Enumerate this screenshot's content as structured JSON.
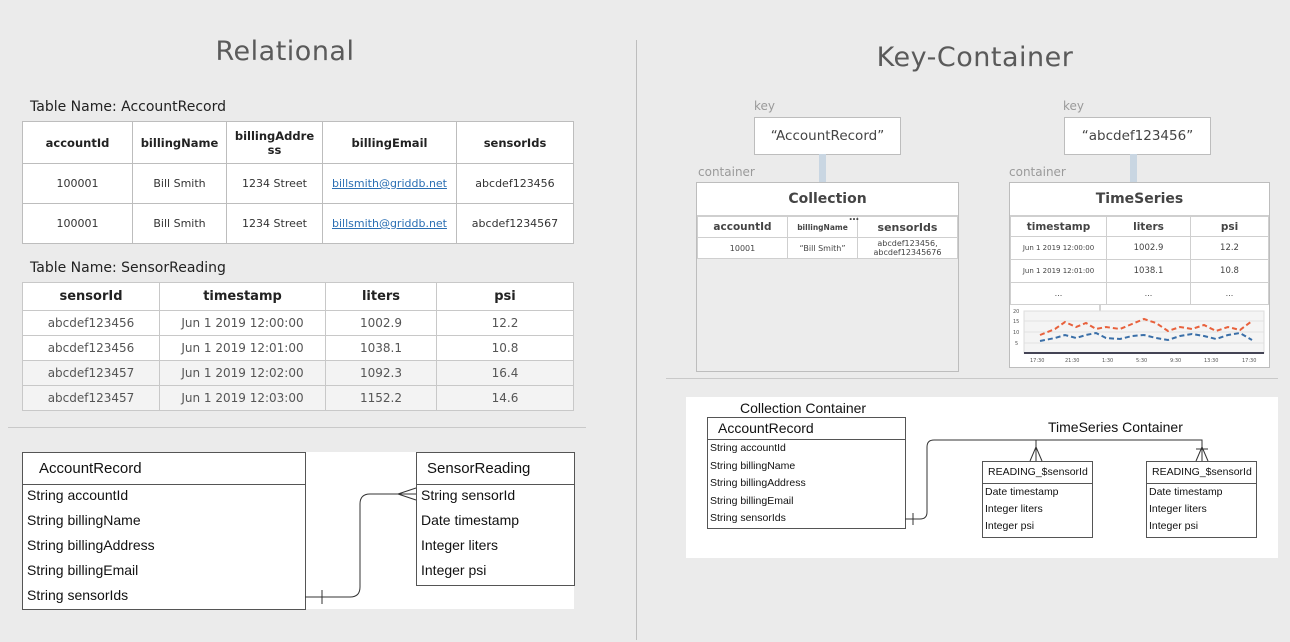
{
  "relational": {
    "title": "Relational",
    "account_caption": "Table Name: AccountRecord",
    "account_headers": [
      "accountId",
      "billingName",
      "billingAddress",
      "billingEmail",
      "sensorIds"
    ],
    "account_rows": [
      [
        "100001",
        "Bill Smith",
        "1234 Street",
        "billsmith@griddb.net",
        "abcdef123456"
      ],
      [
        "100001",
        "Bill Smith",
        "1234 Street",
        "billsmith@griddb.net",
        "abcdef1234567"
      ]
    ],
    "sensor_caption": "Table Name: SensorReading",
    "sensor_headers": [
      "sensorId",
      "timestamp",
      "liters",
      "psi"
    ],
    "sensor_rows": [
      [
        "abcdef123456",
        "Jun 1 2019 12:00:00",
        "1002.9",
        "12.2"
      ],
      [
        "abcdef123456",
        "Jun 1 2019 12:01:00",
        "1038.1",
        "10.8"
      ],
      [
        "abcdef123457",
        "Jun 1 2019 12:02:00",
        "1092.3",
        "16.4"
      ],
      [
        "abcdef123457",
        "Jun 1 2019 12:03:00",
        "1152.2",
        "14.6"
      ]
    ],
    "erd_account": {
      "name": "AccountRecord",
      "fields": [
        "String accountId",
        "String billingName",
        "String billingAddress",
        "String billingEmail",
        "String sensorIds"
      ]
    },
    "erd_sensor": {
      "name": "SensorReading",
      "fields": [
        "String sensorId",
        "Date timestamp",
        "Integer liters",
        "Integer psi"
      ]
    }
  },
  "keycontainer": {
    "title": "Key-Container",
    "key_label": "key",
    "container_label": "container",
    "left_key": "“AccountRecord”",
    "right_key": "“abcdef123456”",
    "collection": {
      "title": "Collection",
      "headers": [
        "accountId",
        "billingName",
        "sensorIds"
      ],
      "ellipsis": "…",
      "row": [
        "10001",
        "“Bill Smith”",
        "abcdef123456, abcdef12345676"
      ]
    },
    "timeseries": {
      "title": "TimeSeries",
      "headers": [
        "timestamp",
        "liters",
        "psi"
      ],
      "rows": [
        [
          "Jun 1 2019 12:00:00",
          "1002.9",
          "12.2"
        ],
        [
          "Jun 1 2019 12:01:00",
          "1038.1",
          "10.8"
        ],
        [
          "...",
          "...",
          "..."
        ]
      ],
      "chart": {
        "y_ticks": [
          "20",
          "15",
          "10",
          "5"
        ],
        "x_ticks": [
          "17:30",
          "21:30",
          "1:30",
          "5:30",
          "9:30",
          "13:30",
          "17:30"
        ],
        "series_colors": [
          "#e8613c",
          "#3a6fa8"
        ]
      }
    },
    "erd": {
      "collection_label": "Collection Container",
      "timeseries_label": "TimeSeries Container",
      "account": {
        "name": "AccountRecord",
        "fields": [
          "String accountId",
          "String billingName",
          "String billingAddress",
          "String billingEmail",
          "String sensorIds"
        ]
      },
      "reading1": {
        "name": "READING_$sensorId",
        "fields": [
          "Date timestamp",
          "Integer liters",
          "Integer psi"
        ]
      },
      "reading2": {
        "name": "READING_$sensorId",
        "fields": [
          "Date timestamp",
          "Integer liters",
          "Integer psi"
        ]
      }
    }
  }
}
